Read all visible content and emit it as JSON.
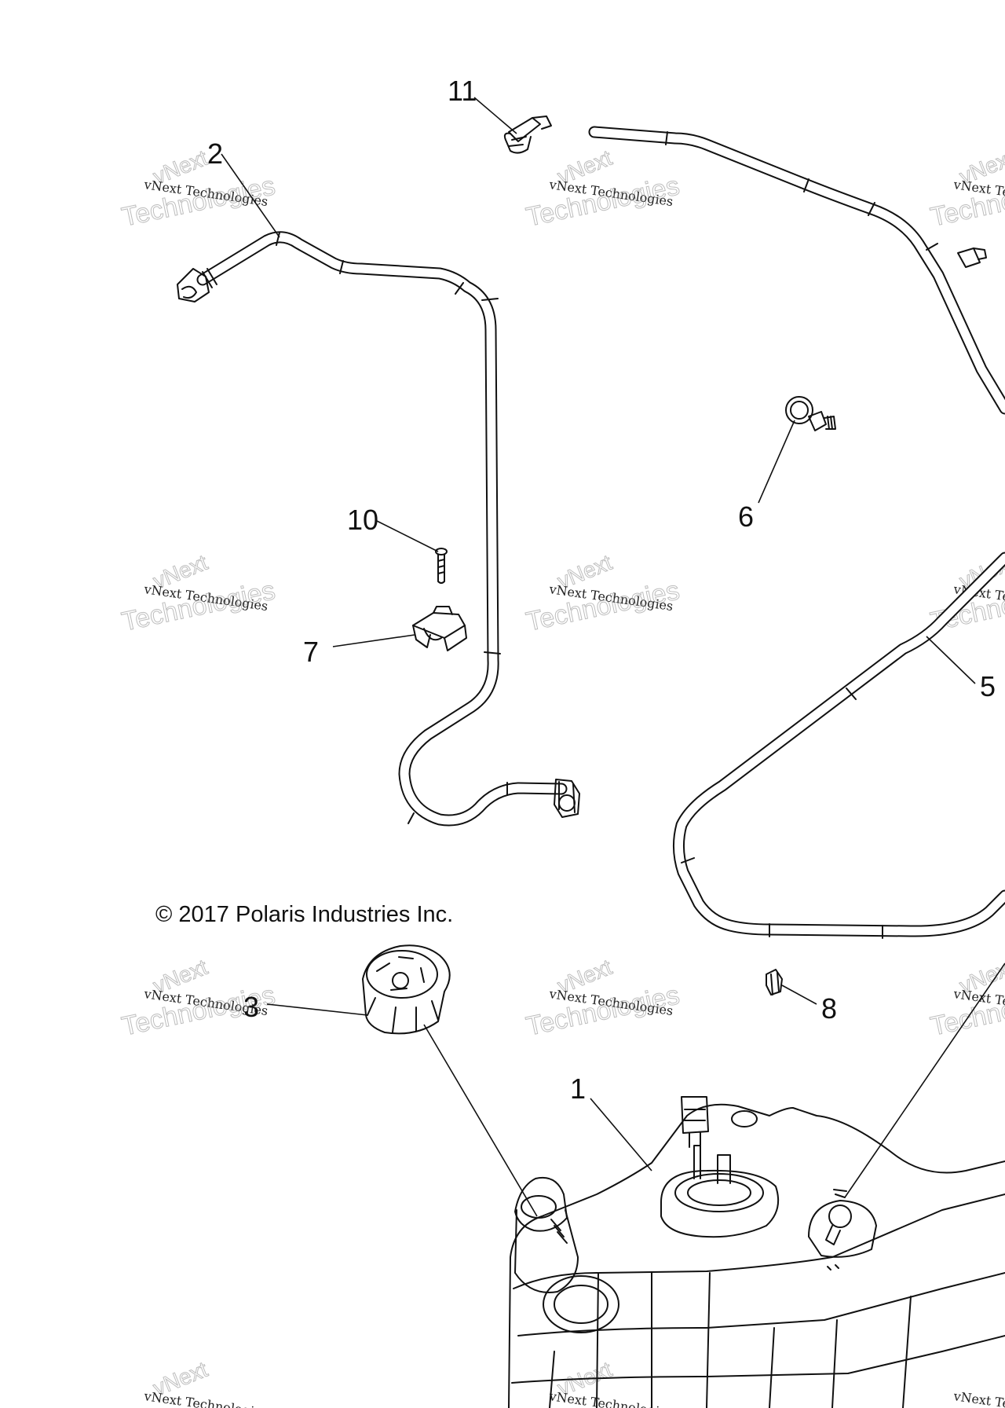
{
  "copyright": "© 2017 Polaris Industries Inc.",
  "watermark": {
    "line_top": "vNext",
    "line_small": "vNext Technologies",
    "line_big": "Technologies"
  },
  "callouts": {
    "c1": "1",
    "c2": "2",
    "c3": "3",
    "c5": "5",
    "c6": "6",
    "c7": "7",
    "c8": "8",
    "c10": "10",
    "c11": "11"
  }
}
